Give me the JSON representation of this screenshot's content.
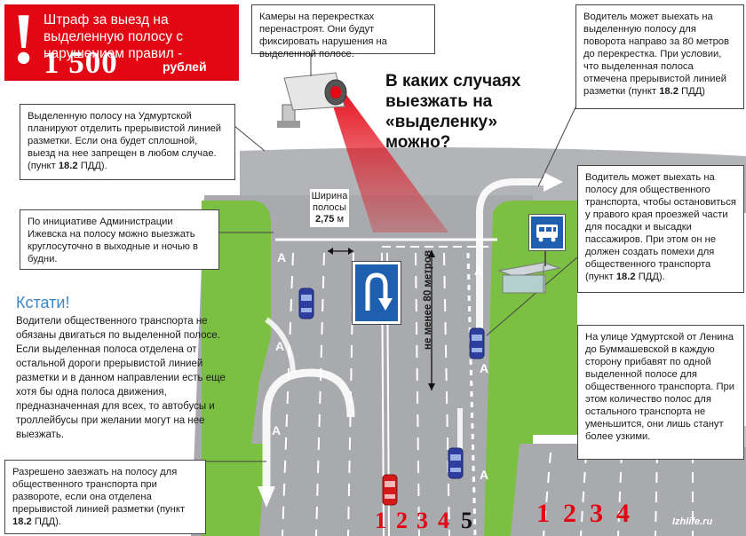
{
  "fine": {
    "mark": "!",
    "text": "Штраф за выезд на выделенную полосу с нарушением правил -",
    "amount": "1 500",
    "unit": "рублей"
  },
  "heading": "В каких случаях выезжать на «выделенку» можно?",
  "camera_note": "Камеры на перекрестках перенастроят. Они будут фиксировать нарушения на выделенной полосе.",
  "left_top_note": {
    "text": "Выделенную полосу на Удмуртской планируют отделить прерывистой линией разметки. Если она будет сплошной, выезд на нее запрещен в любом случае. (пункт ",
    "ref": "18.2",
    "tail": " ПДД)."
  },
  "left_mid_note": "По инициативе Администрации Ижевска на полосу можно выезжать круглосуточно в выходные и ночью в будни.",
  "kstati": {
    "title": "Кстати!",
    "body": "Водители общественного транспорта не обязаны двигаться по выделенной полосе. Если выделенная полоса отделена от остальной дороги прерывистой линией разметки и в данном направлении есть еще хотя бы одна полоса движения, предназначенная для всех, то автобусы и троллейбусы при желании могут на нее выезжать."
  },
  "left_bottom_note": {
    "text": "Разрешено заезжать на полосу для общественного транспорта при развороте, если она отделена прерывистой линией разметки (пункт ",
    "ref": "18.2",
    "tail": " ПДД)."
  },
  "right_top_note": {
    "text": "Водитель может выехать на выделенную полосу для поворота направо за 80 метров до перекрестка. При условии, что выделенная полоса отмечена прерывистой линией разметки (пункт ",
    "ref": "18.2",
    "tail": " ПДД)"
  },
  "right_mid_note": {
    "text": "Водитель может выехать на полосу для общественного транспорта, чтобы остановиться у правого края проезжей части для посадки и высадки пассажиров. При этом он не должен создать помехи для общественного транспорта (пункт ",
    "ref": "18.2",
    "tail": " ПДД)."
  },
  "right_bottom_note": "На улице Удмуртской от Ленина до Буммашевской в каждую сторону прибавят по одной выделенной полосе для общественного транспорта. При этом количество полос для остального транспорта не уменьшится, они лишь станут более узкими.",
  "lane_width": {
    "label": "Ширина полосы",
    "value": "2,75",
    "unit": "м"
  },
  "distance_label": "не менее 80 метров",
  "lane_numbers_left": [
    "1",
    "2",
    "3",
    "4",
    "5"
  ],
  "lane_numbers_right": [
    "1",
    "2",
    "3",
    "4"
  ],
  "credit": "Izhlife.ru",
  "colors": {
    "fine_red": "#e30613",
    "road_gray": "#a9aaad",
    "grass_green": "#7cc043",
    "sign_blue": "#1e5fb0",
    "heading_accent": "#3a86c8"
  }
}
